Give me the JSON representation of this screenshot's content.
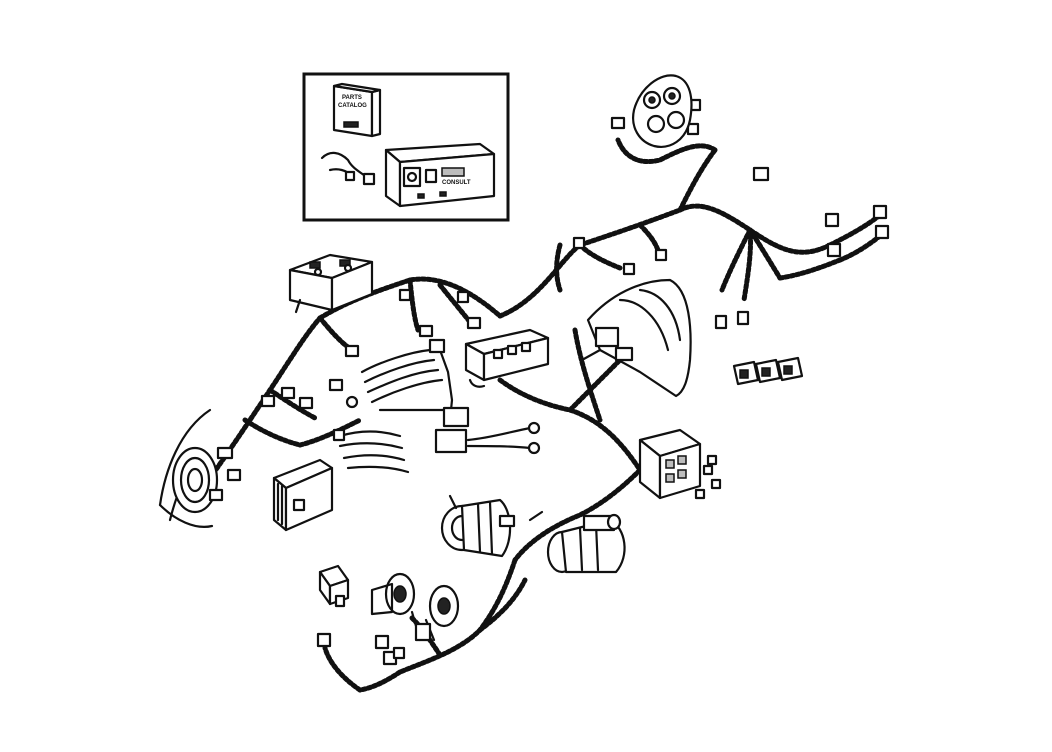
{
  "inset": {
    "catalog_line1": "PARTS",
    "catalog_line2": "CATALOG",
    "device_label": "CONSULT"
  },
  "colors": {
    "ink": "#111111",
    "paper": "#ffffff"
  }
}
